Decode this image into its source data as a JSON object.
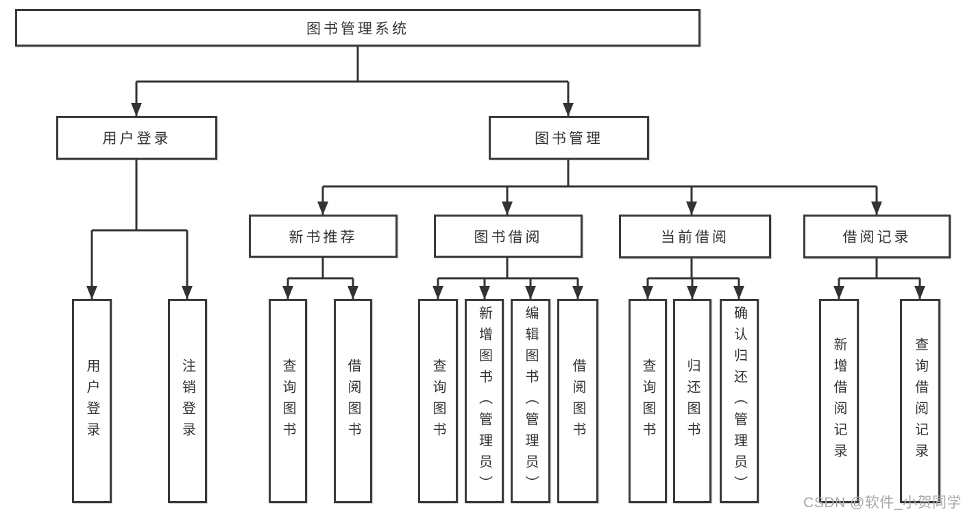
{
  "tree": {
    "root": {
      "label": "图书管理系统"
    },
    "level2": [
      {
        "label": "用户登录",
        "children": [
          {
            "label": "用户登录"
          },
          {
            "label": "注销登录"
          }
        ]
      },
      {
        "label": "图书管理",
        "children": [
          {
            "label": "新书推荐",
            "children": [
              {
                "label": "查询图书"
              },
              {
                "label": "借阅图书"
              }
            ]
          },
          {
            "label": "图书借阅",
            "children": [
              {
                "label": "查询图书"
              },
              {
                "label": "新增图书（管理员）"
              },
              {
                "label": "编辑图书（管理员）"
              },
              {
                "label": "借阅图书"
              }
            ]
          },
          {
            "label": "当前借阅",
            "children": [
              {
                "label": "查询图书"
              },
              {
                "label": "归还图书"
              },
              {
                "label": "确认归还（管理员）"
              }
            ]
          },
          {
            "label": "借阅记录",
            "children": [
              {
                "label": "新增借阅记录"
              },
              {
                "label": "查询借阅记录"
              }
            ]
          }
        ]
      }
    ]
  },
  "watermark": "CSDN @软件_小贺同学",
  "colors": {
    "line": "#333333",
    "box_border": "#3a3a3a",
    "text": "#333333",
    "watermark": "#a8a8a8",
    "background": "#ffffff"
  }
}
